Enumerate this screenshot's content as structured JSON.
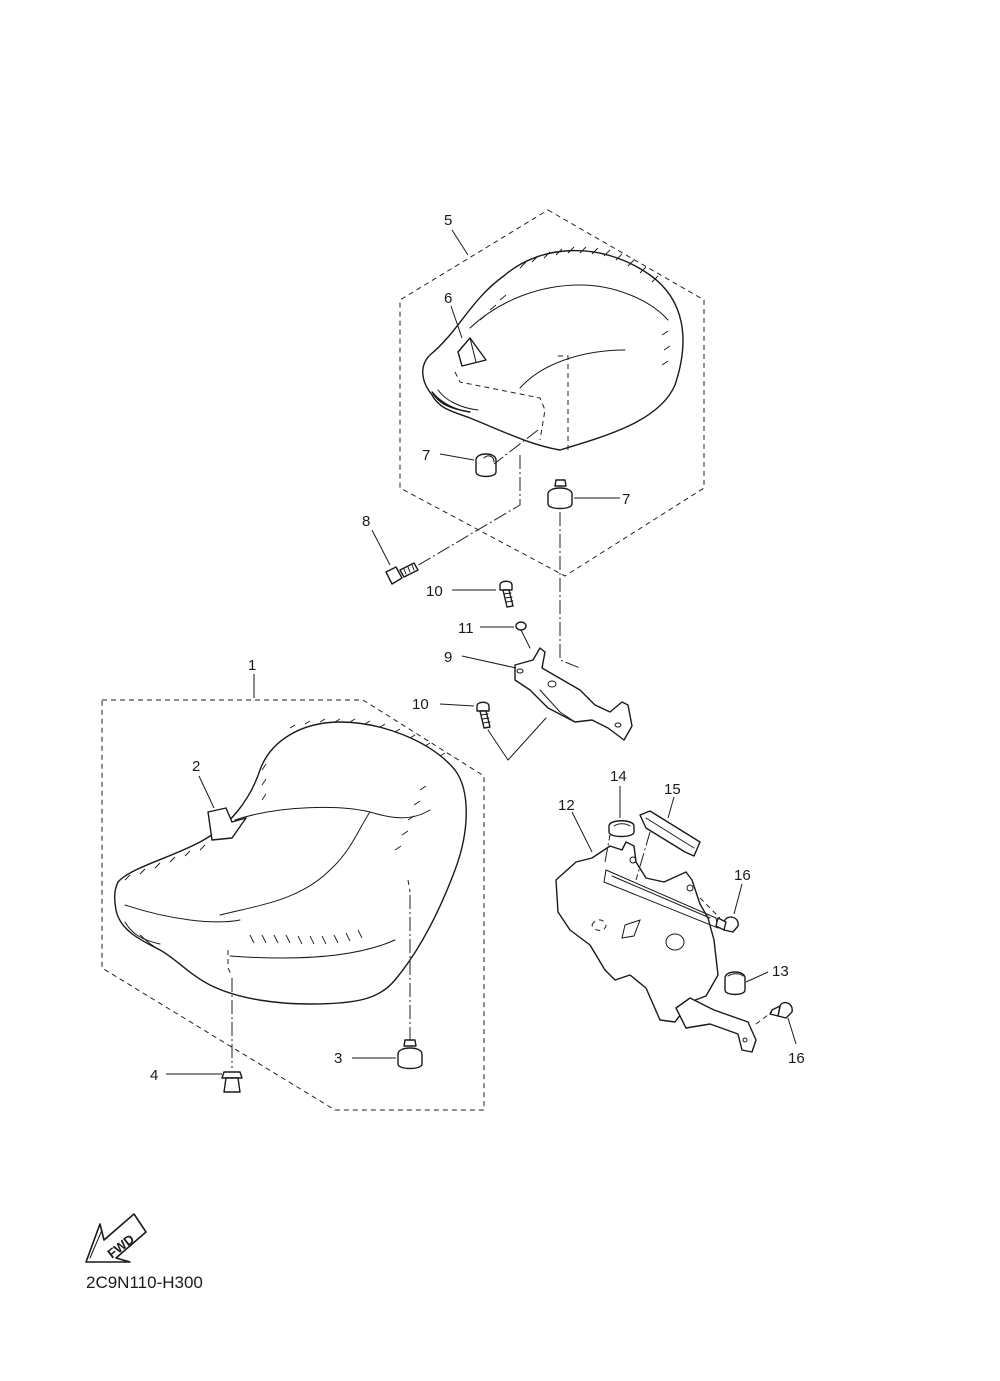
{
  "diagram_code": "2C9N110-H300",
  "fwd_label": "FWD",
  "callouts": {
    "c1": "1",
    "c2": "2",
    "c3": "3",
    "c4": "4",
    "c5": "5",
    "c6": "6",
    "c7a": "7",
    "c7b": "7",
    "c8": "8",
    "c9": "9",
    "c10a": "10",
    "c10b": "10",
    "c11": "11",
    "c12": "12",
    "c13": "13",
    "c14": "14",
    "c15": "15",
    "c16a": "16",
    "c16b": "16"
  }
}
